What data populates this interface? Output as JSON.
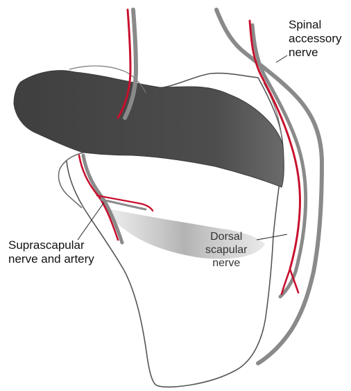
{
  "labels": {
    "spinal_accessory": [
      "Spinal",
      "accessory",
      "nerve"
    ],
    "suprascapular": [
      "Suprascapular",
      "nerve and artery"
    ],
    "dorsal_scapular": [
      "Dorsal",
      "scapular",
      "nerve"
    ]
  },
  "colors": {
    "artery": "#c8102e",
    "nerve": "#8a8a8a",
    "shading": "#4a4a4a",
    "outline": "#555555"
  }
}
